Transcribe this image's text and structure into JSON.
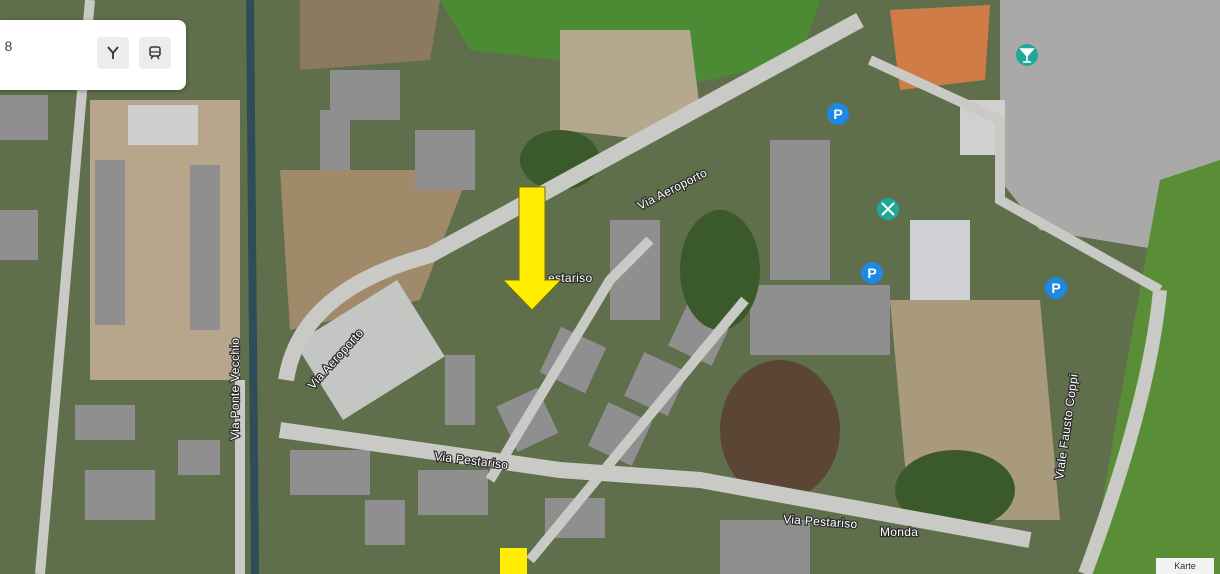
{
  "search": {
    "value_fragment": "› 8"
  },
  "toolbar": {
    "route_icon": "route-fork-icon",
    "transit_icon": "transit-train-icon"
  },
  "streets": {
    "via_aeroporto_1": "Via Aeroporto",
    "via_aeroporto_2": "Via Aeroporto",
    "via_ponte_vecchio": "Via Ponte Vecchio",
    "via_pestariso_1": "Via Pestariso",
    "via_pestariso_2": "Via Pestariso",
    "pestariso_partial": "estariso",
    "monda": "Monda",
    "viale_fausto_coppi": "Viale Fausto Coppi"
  },
  "markers": {
    "parking_label": "P",
    "parking_color": "#1e88e5",
    "poi_color": "#1fa79a",
    "arrow_color": "#ffee00"
  },
  "attribution": {
    "label": "Karte"
  }
}
